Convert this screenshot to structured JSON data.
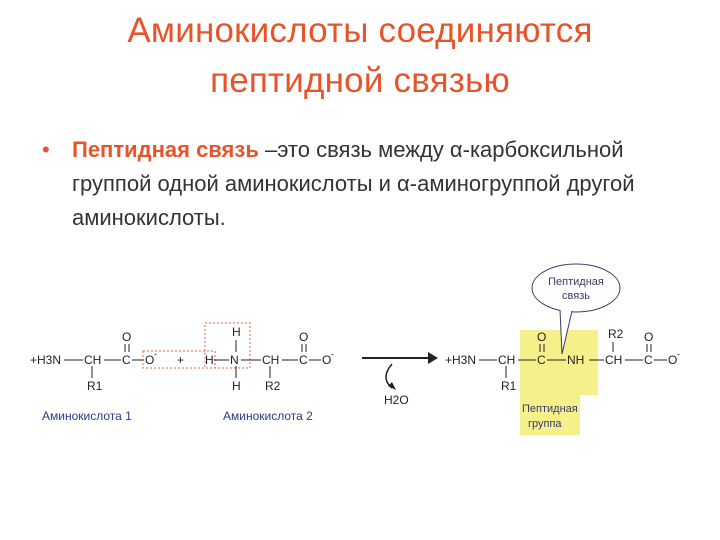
{
  "slide": {
    "title_line1": "Аминокислоты соединяются",
    "title_line2": "пептидной связью",
    "bullet_symbol": "•",
    "bullet_term": "Пептидная связь",
    "bullet_text": " –это связь между α-карбоксильной группой одной аминокислоты и α-аминогруппой другой аминокислоты.",
    "accent_color": "#e8542a"
  },
  "diagram": {
    "aa1": {
      "nterm": "+H3N",
      "ch": "CH",
      "c": "C",
      "o_minus": "O",
      "charge": "-",
      "o_top": "O",
      "r": "R1"
    },
    "plus": "+",
    "aa2": {
      "h_left": "H",
      "n": "N",
      "h_top": "H",
      "h_bottom": "H",
      "ch": "CH",
      "c": "C",
      "o": "O",
      "charge": "-",
      "o_top": "O",
      "r": "R2"
    },
    "label_aa1": "Аминокислота 1",
    "label_aa2": "Аминокислота 2",
    "water": "H2O",
    "product": {
      "nterm": "+H3N",
      "ch1": "CH",
      "c1": "C",
      "nh": "NH",
      "ch2": "CH",
      "c2": "C",
      "o": "O",
      "charge": "-",
      "o_top1": "O",
      "o_top2": "O",
      "r1": "R1",
      "r2": "R2"
    },
    "callout_line1": "Пептидная",
    "callout_line2": "связь",
    "group_line1": "Пептидная",
    "group_line2": "группа",
    "highlight_color": "#f5f08a",
    "dash_color": "#e0604a"
  }
}
